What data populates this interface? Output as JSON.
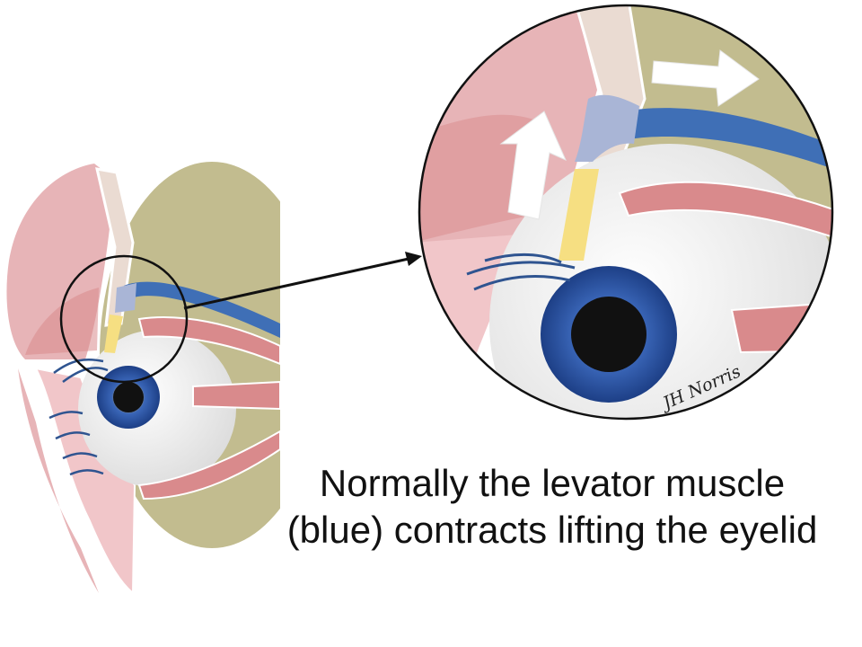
{
  "caption": {
    "line1": "Normally the levator muscle",
    "line2": "(blue) contracts lifting the eyelid"
  },
  "signature": "JH Norris",
  "colors": {
    "orbit_fat": "#c2bc8f",
    "eyelid_skin": "#e7b4b7",
    "eyelid_inner": "#f3cfd2",
    "levator_muscle": "#3f6fb6",
    "aponeurosis": "#a9b5d6",
    "tarsal_plate": "#f6df82",
    "extraocular_muscle": "#d98a8c",
    "iris": "#2553a6",
    "pupil": "#111111",
    "sclera": "#f2f2f2",
    "arrow": "#ffffff"
  }
}
